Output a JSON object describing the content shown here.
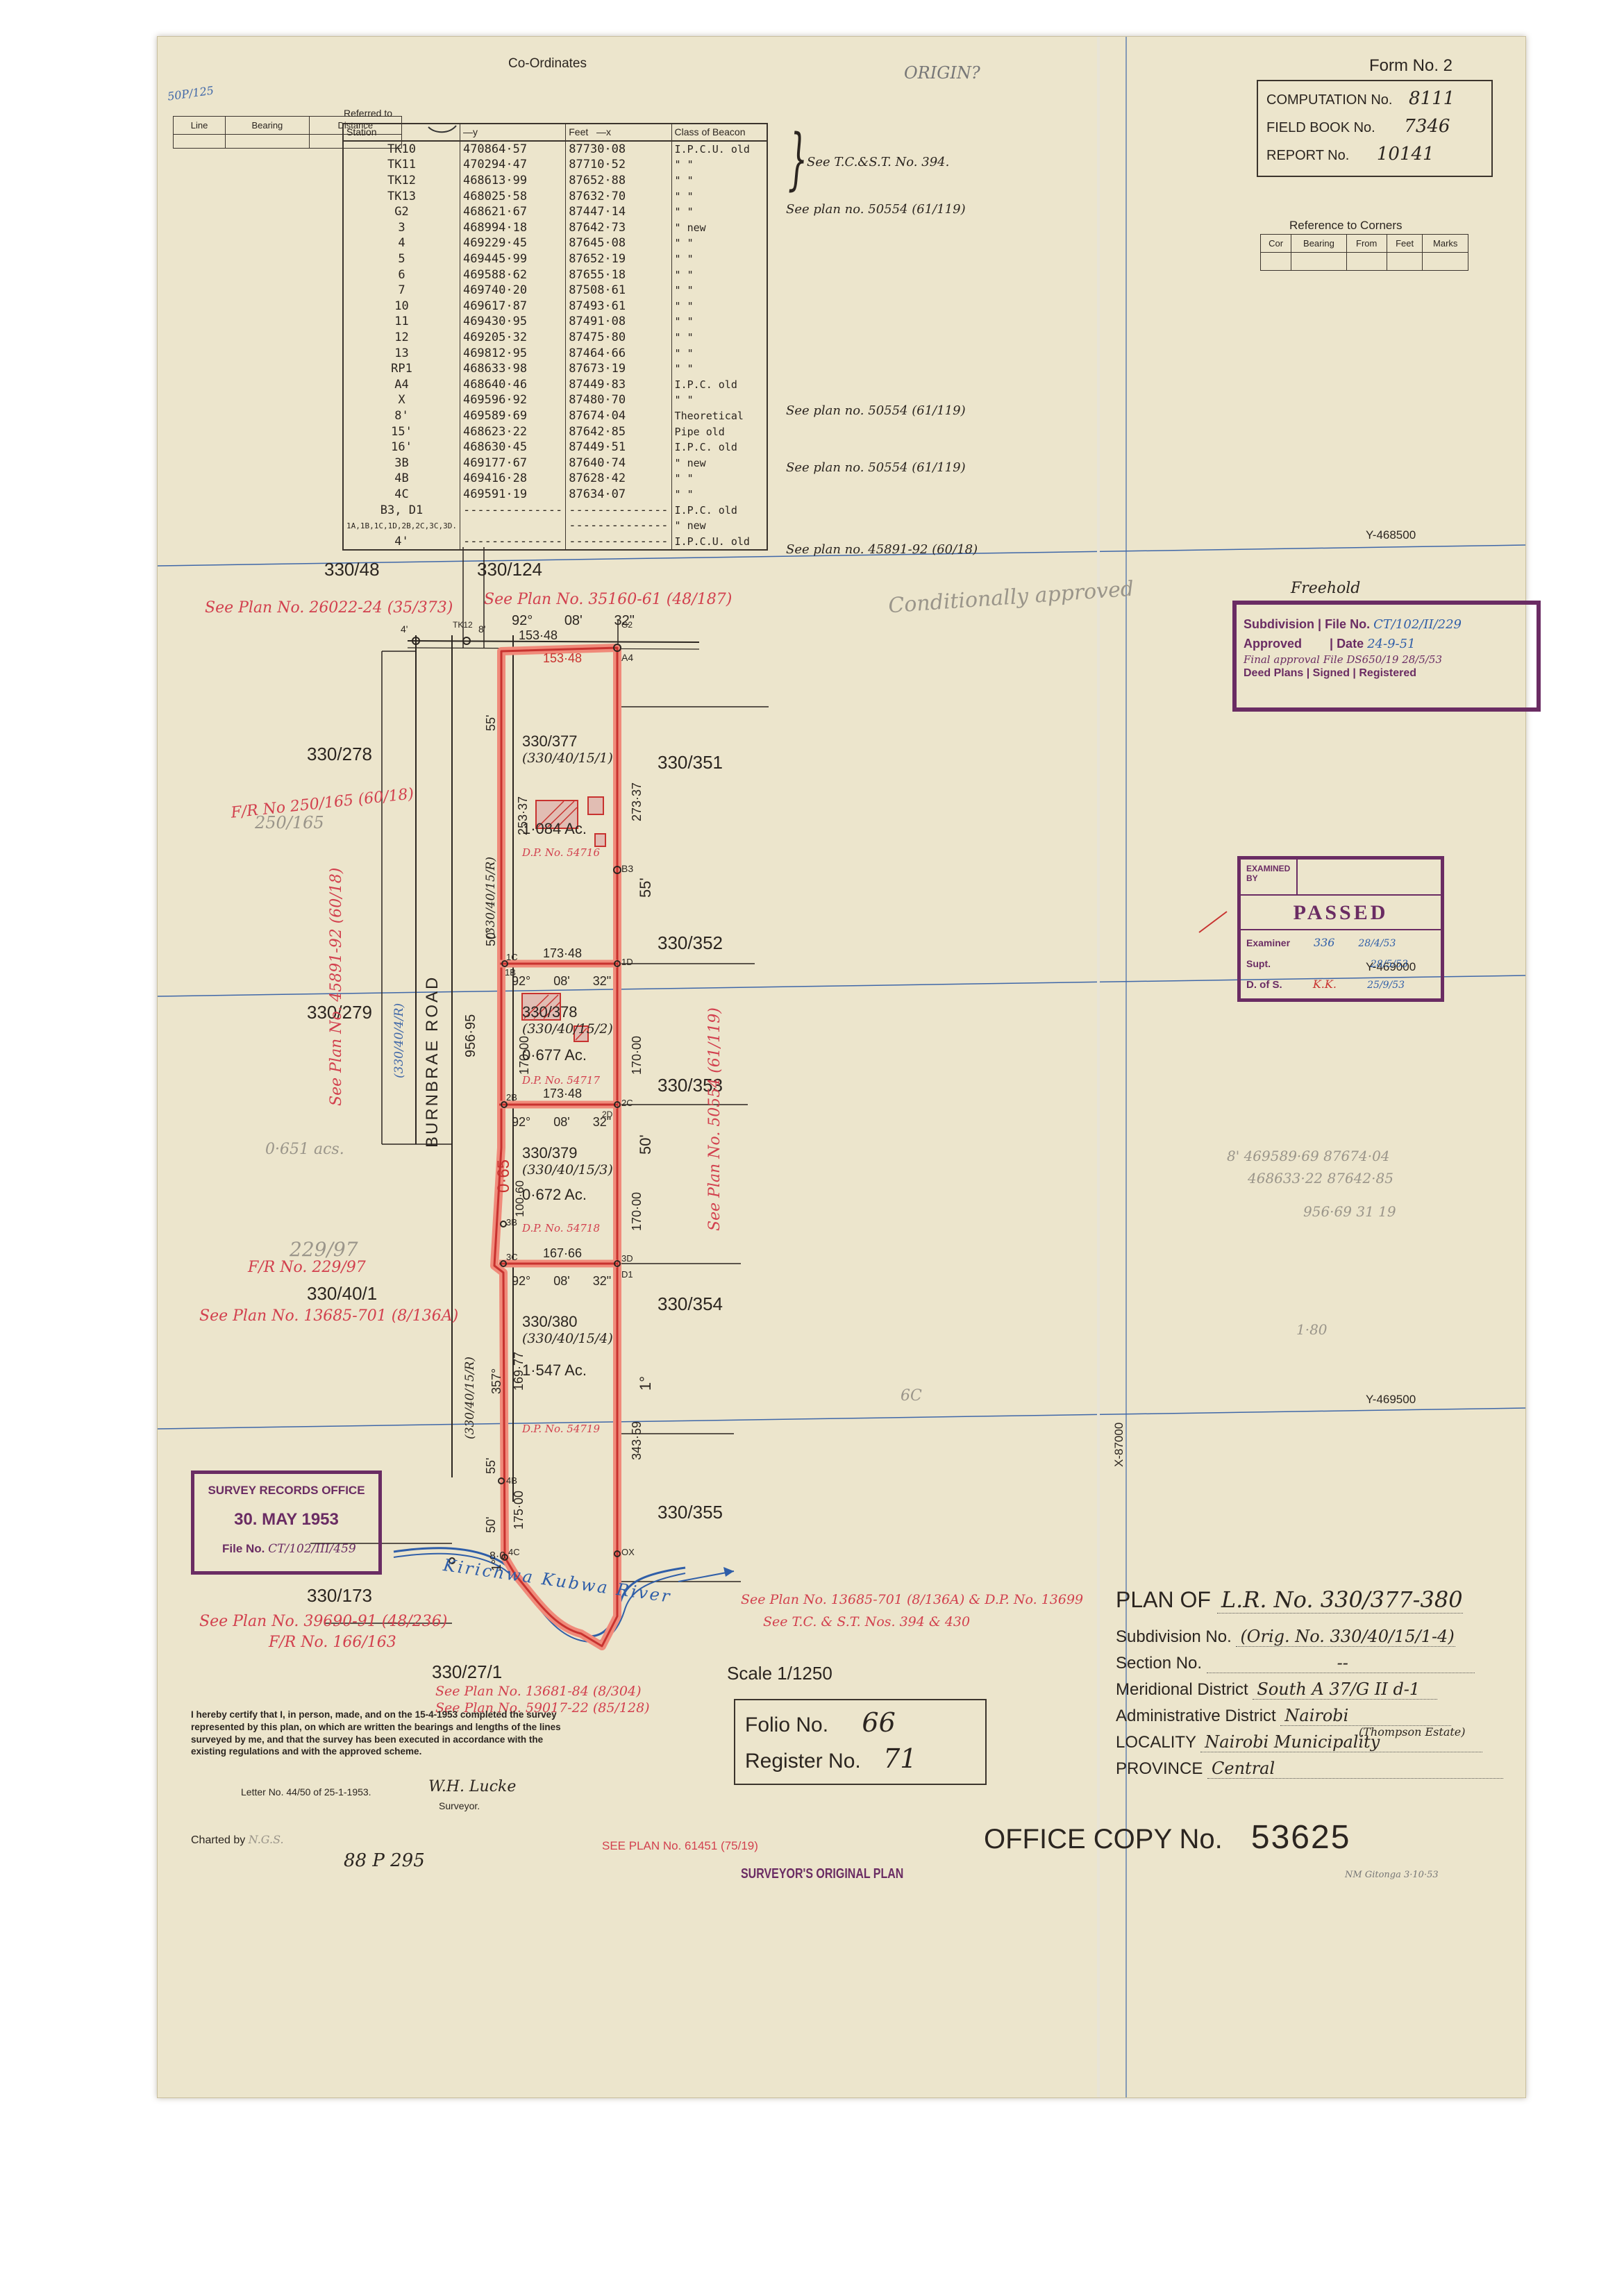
{
  "form": "Form No. 2",
  "computation": {
    "label": "COMPUTATION No.",
    "value": "8111"
  },
  "field_book": {
    "label": "FIELD BOOK No.",
    "value": "7346"
  },
  "report": {
    "label": "REPORT No.",
    "value": "10141"
  },
  "corner_marks": {
    "top_left_note": "50P/125",
    "origin_note": "ORIGIN?"
  },
  "line_table": {
    "headers": [
      "Line",
      "Bearing",
      "Distance"
    ]
  },
  "reference_to_corners": {
    "title": "Reference to Corners",
    "headers": [
      "Cor",
      "Bearing",
      "From",
      "Feet",
      "Marks"
    ]
  },
  "coordinates": {
    "title": "Co-Ordinates",
    "referred_to": "Referred to",
    "headers": {
      "station": "Station",
      "y": "—y",
      "feet": "Feet",
      "x": "—x",
      "beacon": "Class of Beacon"
    },
    "rows": [
      {
        "st": "TK10",
        "y": "470864·57",
        "x": "87730·08",
        "b": "I.P.C.U. old"
      },
      {
        "st": "TK11",
        "y": "470294·47",
        "x": "87710·52",
        "b": "\"    \""
      },
      {
        "st": "TK12",
        "y": "468613·99",
        "x": "87652·88",
        "b": "\"    \""
      },
      {
        "st": "TK13",
        "y": "468025·58",
        "x": "87632·70",
        "b": "\"    \""
      },
      {
        "st": "G2",
        "y": "468621·67",
        "x": "87447·14",
        "b": "\"    \""
      },
      {
        "st": "3",
        "y": "468994·18",
        "x": "87642·73",
        "b": "\"   new"
      },
      {
        "st": "4",
        "y": "469229·45",
        "x": "87645·08",
        "b": "\"    \""
      },
      {
        "st": "5",
        "y": "469445·99",
        "x": "87652·19",
        "b": "\"    \""
      },
      {
        "st": "6",
        "y": "469588·62",
        "x": "87655·18",
        "b": "\"    \""
      },
      {
        "st": "7",
        "y": "469740·20",
        "x": "87508·61",
        "b": "\"    \""
      },
      {
        "st": "10",
        "y": "469617·87",
        "x": "87493·61",
        "b": "\"    \""
      },
      {
        "st": "11",
        "y": "469430·95",
        "x": "87491·08",
        "b": "\"    \""
      },
      {
        "st": "12",
        "y": "469205·32",
        "x": "87475·80",
        "b": "\"    \""
      },
      {
        "st": "13",
        "y": "469812·95",
        "x": "87464·66",
        "b": "\"    \""
      },
      {
        "st": "RP1",
        "y": "468633·98",
        "x": "87673·19",
        "b": "\"    \""
      },
      {
        "st": "A4",
        "y": "468640·46",
        "x": "87449·83",
        "b": "I.P.C. old"
      },
      {
        "st": "X",
        "y": "469596·92",
        "x": "87480·70",
        "b": "\"    \""
      },
      {
        "st": "8'",
        "y": "469589·69",
        "x": "87674·04",
        "b": "Theoretical"
      },
      {
        "st": "15'",
        "y": "468623·22",
        "x": "87642·85",
        "b": "Pipe old"
      },
      {
        "st": "16'",
        "y": "468630·45",
        "x": "87449·51",
        "b": "I.P.C. old"
      },
      {
        "st": "3B",
        "y": "469177·67",
        "x": "87640·74",
        "b": "\"   new"
      },
      {
        "st": "4B",
        "y": "469416·28",
        "x": "87628·42",
        "b": "\"    \""
      },
      {
        "st": "4C",
        "y": "469591·19",
        "x": "87634·07",
        "b": "\"    \""
      },
      {
        "st": "B3, D1",
        "y": "--------------",
        "x": "--------------",
        "b": "I.P.C. old"
      },
      {
        "st": "1A,1B,1C,1D,2B,2C,3C,3D.",
        "y": "",
        "x": "--------------",
        "b": "\"   new"
      },
      {
        "st": "4'",
        "y": "--------------",
        "x": "--------------",
        "b": "I.P.C.U. old"
      }
    ],
    "side_notes": {
      "n1": "See T.C.&S.T. No. 394.",
      "n2": "See plan no. 50554 (61/119)",
      "n3": "See plan no. 50554 (61/119)",
      "n4": "See plan no. 50554 (61/119)",
      "n5": "See plan no. 45891-92 (60/18)"
    }
  },
  "grid_lines": {
    "y1": "Y-468500",
    "y2": "Y-469000",
    "y3": "Y-469500",
    "x1": "X-87000"
  },
  "parcels": [
    {
      "lr": "330/377",
      "sub": "(330/40/15/1)",
      "area": "1·084 Ac.",
      "dp": "D.P. No. 54716"
    },
    {
      "lr": "330/378",
      "sub": "(330/40/15/2)",
      "area": "0·677 Ac.",
      "dp": "D.P. No. 54717"
    },
    {
      "lr": "330/379",
      "sub": "(330/40/15/3)",
      "area": "0·672 Ac.",
      "dp": "D.P. No. 54718"
    },
    {
      "lr": "330/380",
      "sub": "(330/40/15/4)",
      "area": "1·547 Ac.",
      "dp": "D.P. No. 54719"
    }
  ],
  "neighbours": {
    "n1": "330/48",
    "n2": "330/124",
    "n3": "330/278",
    "n4": "330/351",
    "n5": "330/352",
    "n6": "330/279",
    "n7": "330/353",
    "n8": "330/40/1",
    "n9": "330/354",
    "n10": "330/355",
    "n11": "330/173",
    "n12": "330/27/1"
  },
  "road": {
    "name": "BURNBRAE   ROAD",
    "width": "956·95",
    "sub": "(330/40/4/R)",
    "road_res": "(330/40/15/R)"
  },
  "river": {
    "name": "Kirichwa Kubwa River"
  },
  "dims": {
    "d1": "153·48",
    "d2": "153·48",
    "d3": "173·48",
    "d4": "173·48",
    "d5": "167·66",
    "d6": "253·37",
    "d7": "273·37",
    "d8": "170·00",
    "d9": "170·00",
    "d10": "100·60",
    "d11": "170·00",
    "d12": "169·77",
    "d13": "343·59",
    "d14": "175·00",
    "d15": "0·65",
    "b1": "92°",
    "b2": "08'",
    "b3": "32\"",
    "b4": "55'",
    "b5": "50'",
    "b6": "1°",
    "b7": "357°",
    "b8": "55'",
    "b9": "50'",
    "b10": "1°",
    "b11": "8·0"
  },
  "beacons": {
    "a4": "A4",
    "b3": "B3",
    "1d": "1D",
    "1c": "1C",
    "2b": "2B",
    "2c": "2C",
    "3b": "3B",
    "3c": "3C",
    "3d": "3D",
    "d1": "D1",
    "4b": "4B",
    "4c": "4C",
    "ox": "OX",
    "g2": "G2",
    "tk12": "TK12",
    "four": "4'",
    "eight": "8'",
    "1b": "1B",
    "2d": "2D"
  },
  "see_plans": {
    "p1": "See Plan No. 26022-24 (35/373)",
    "p2": "See Plan No. 35160-61 (48/187)",
    "p3": "F/R No 250/165 (60/18)",
    "p4": "See Plan No. 45891-92 (60/18)",
    "p5": "See Plan No. 50554 (61/119)",
    "p6": "F/R No. 229/97",
    "p7": "See Plan No. 13685-701 (8/136A)",
    "p8": "See Plan No. 39690-91 (48/236)",
    "p9": "F/R No. 166/163",
    "p10": "See Plan No. 13685-701 (8/136A) & D.P. No. 13699",
    "p11": "See T.C. & S.T. Nos. 394 & 430",
    "p12": "See Plan No. 13681-84 (8/304)",
    "p13": "See Plan No. 59017-22 (85/128)",
    "p14": "SEE PLAN No. 61451 (75/19)"
  },
  "pencil_notes": {
    "q1": "Conditionally approved",
    "q2": "250/165",
    "q3": "229/97",
    "q4": "0·651 acs.",
    "q5": "8'  469589·69   87674·04",
    "q6": "468633·22   87642·85",
    "q7": "956·69   31  19",
    "q8": "1·80",
    "q9": "6C"
  },
  "stamp_freehold": {
    "title": "Freehold",
    "subdivision": "Subdivision",
    "file_no": "File No.",
    "file_val": "CT/102/II/229",
    "approved": "Approved",
    "date": "Date",
    "date_val": "24-9-51",
    "final": "Final approval File DS650/19 28/5/53",
    "deed": "Deed Plans",
    "signed": "Signed",
    "registered": "Registered"
  },
  "stamp_passed": {
    "examined": "EXAMINED BY",
    "passed": "PASSED",
    "r1": "Examiner",
    "r1v": "336",
    "r1d": "28/4/53",
    "r2": "Supt.",
    "r2d": "28/5/53",
    "r3": "D. of S.",
    "r3v": "K.K.",
    "r3d": "25/9/53"
  },
  "stamp_records": {
    "title": "SURVEY RECORDS OFFICE",
    "date": "30. MAY 1953",
    "file_label": "File No.",
    "file_val": "CT/102/III/459"
  },
  "certificate": {
    "text": "I hereby certify that I, in person, made, and on the 15-4-1953 completed the survey represented by this plan, on which are written the bearings and lengths of the lines surveyed by me, and that the survey has been executed in accordance with the existing regulations and with the approved scheme.",
    "letter": "Letter No. 44/50 of 25-1-1953.",
    "surveyor": "Surveyor.",
    "signature": "W.H. Lucke",
    "charted": "Charted by",
    "charted_val": "N.G.S.",
    "bottom_note": "88 P 295"
  },
  "scale": "Scale  1/1250",
  "folio": {
    "label": "Folio No.",
    "value": "66"
  },
  "register": {
    "label": "Register No.",
    "value": "71"
  },
  "surveyor_original": "SURVEYOR'S ORIGINAL PLAN",
  "office_copy": {
    "label": "OFFICE COPY No.",
    "value": "53625"
  },
  "corner_initials": "NM Gitonga 3·10·53",
  "plan_details": {
    "title": "PLAN OF",
    "title_val": "L.R. No. 330/377-380",
    "subdivision": "Subdivision No.",
    "subdivision_val": "(Orig. No. 330/40/15/1-4)",
    "section": "Section No.",
    "section_val": "--",
    "meridional": "Meridional District",
    "meridional_val": "South A 37/G II d-1",
    "admin": "Administrative District",
    "admin_val": "Nairobi",
    "locality": "LOCALITY",
    "locality_val": "Nairobi Municipality",
    "locality_note": "(Thompson Estate)",
    "province": "PROVINCE",
    "province_val": "Central"
  }
}
